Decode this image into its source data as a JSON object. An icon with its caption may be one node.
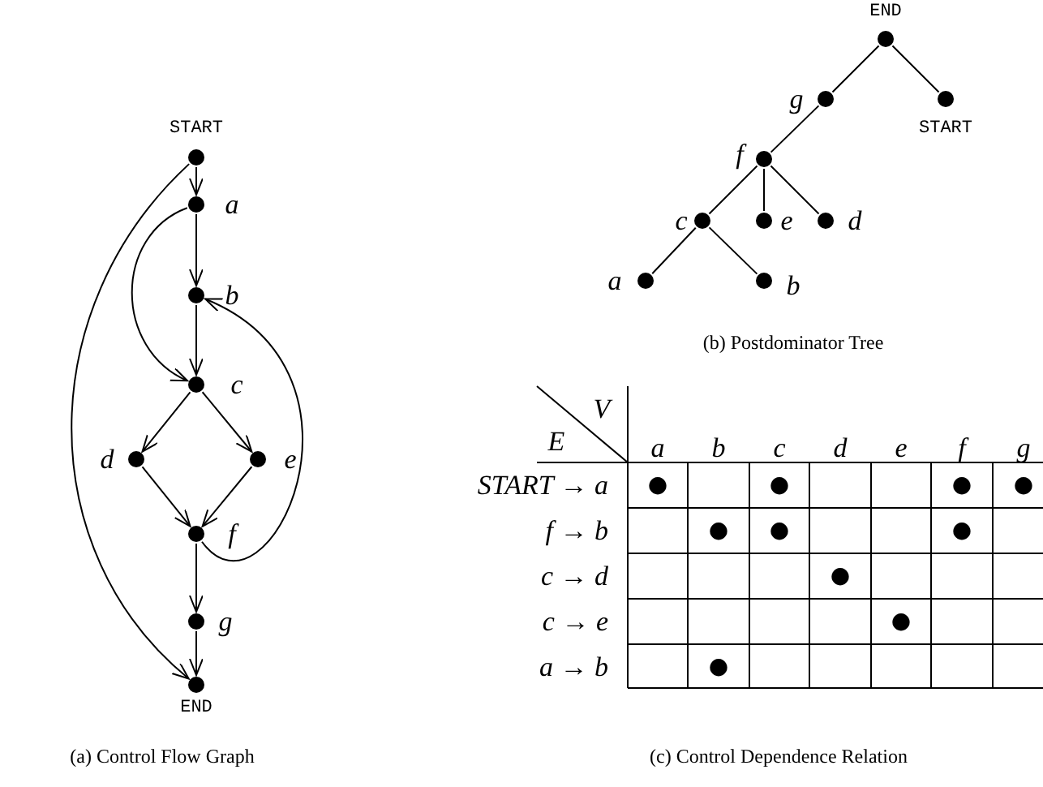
{
  "diagram": {
    "nodes": [
      {
        "text": [],
        "shape": "circle",
        "beside": [
          "START"
        ]
      },
      {
        "text": [],
        "shape": "circle",
        "beside": [
          "a"
        ]
      },
      {
        "text": [],
        "shape": "circle",
        "beside": [
          "b"
        ]
      },
      {
        "text": [],
        "shape": "circle",
        "beside": [
          "c"
        ]
      },
      {
        "text": [],
        "shape": "circle",
        "beside": [
          "d"
        ]
      },
      {
        "text": [],
        "shape": "circle",
        "beside": [
          "e"
        ]
      },
      {
        "text": [],
        "shape": "circle",
        "beside": [
          "f"
        ]
      },
      {
        "text": [],
        "shape": "circle",
        "beside": [
          "g"
        ]
      },
      {
        "text": [],
        "shape": "circle",
        "beside": [
          "END"
        ]
      },
      {
        "text": [],
        "shape": "circle",
        "beside": [
          "END"
        ]
      },
      {
        "text": [],
        "shape": "circle",
        "beside": [
          "g"
        ]
      },
      {
        "text": [],
        "shape": "circle",
        "beside": [
          "START"
        ]
      },
      {
        "text": [],
        "shape": "circle",
        "beside": [
          "f"
        ]
      },
      {
        "text": [],
        "shape": "circle",
        "beside": [
          "c"
        ]
      },
      {
        "text": [],
        "shape": "circle",
        "beside": [
          "e"
        ]
      },
      {
        "text": [],
        "shape": "circle",
        "beside": [
          "d"
        ]
      },
      {
        "text": [],
        "shape": "circle",
        "beside": [
          "a"
        ]
      },
      {
        "text": [],
        "shape": "circle",
        "beside": [
          "b"
        ]
      }
    ],
    "edges": [
      {
        "from": 0,
        "to": 1,
        "arrow": "to"
      },
      {
        "from": 0,
        "to": 8,
        "arrow": "to"
      },
      {
        "from": 1,
        "to": 2,
        "arrow": "to"
      },
      {
        "from": 1,
        "to": 3,
        "arrow": "to"
      },
      {
        "from": 2,
        "to": 3,
        "arrow": "to"
      },
      {
        "from": 3,
        "to": 4,
        "arrow": "to"
      },
      {
        "from": 3,
        "to": 5,
        "arrow": "to"
      },
      {
        "from": 4,
        "to": 6,
        "arrow": "to"
      },
      {
        "from": 5,
        "to": 6,
        "arrow": "to"
      },
      {
        "from": 6,
        "to": 2,
        "arrow": "to"
      },
      {
        "from": 6,
        "to": 7,
        "arrow": "to"
      },
      {
        "from": 7,
        "to": 8,
        "arrow": "to"
      },
      {
        "from": 9,
        "to": 10,
        "arrow": "none"
      },
      {
        "from": 9,
        "to": 11,
        "arrow": "none"
      },
      {
        "from": 10,
        "to": 12,
        "arrow": "none"
      },
      {
        "from": 12,
        "to": 13,
        "arrow": "none"
      },
      {
        "from": 12,
        "to": 14,
        "arrow": "none"
      },
      {
        "from": 12,
        "to": 15,
        "arrow": "none"
      },
      {
        "from": 13,
        "to": 16,
        "arrow": "none"
      },
      {
        "from": 13,
        "to": 17,
        "arrow": "none"
      }
    ],
    "labels": [
      "(b) Postdominator Tree",
      "V",
      "E",
      "a",
      "b",
      "c",
      "d",
      "e",
      "f",
      "g",
      "START → a",
      "●",
      "●",
      "●",
      "●",
      "f → b",
      "●",
      "●",
      "●",
      "c → d",
      "●",
      "c → e",
      "●",
      "a → b",
      "●",
      "(a) Control Flow Graph",
      "(c) Control Dependence Relation"
    ]
  }
}
